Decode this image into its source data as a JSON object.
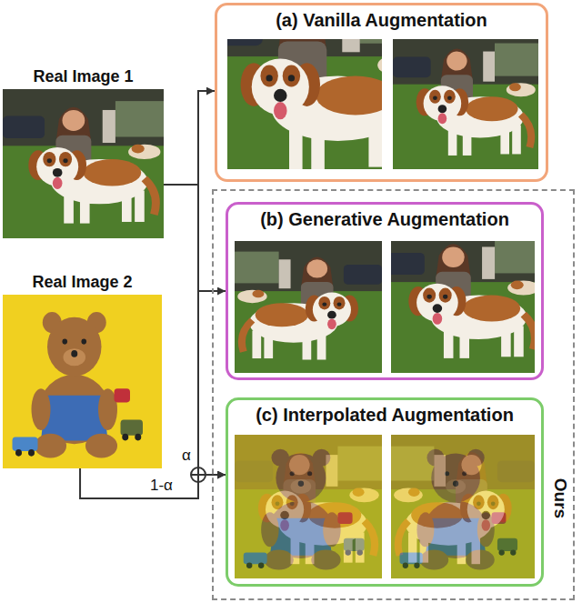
{
  "diagram": {
    "nodes": [
      {
        "text": [
          "Real Image 1"
        ]
      },
      {
        "text": [
          "Real Image 2"
        ]
      },
      {
        "text": [
          "(a) Vanilla Augmentation"
        ]
      },
      {
        "text": [
          "Ours"
        ]
      },
      {
        "text": [
          "(b) Generative Augmentation"
        ],
        "in": 3
      },
      {
        "text": [
          "(c) Interpolated Augmentation"
        ],
        "in": 3
      }
    ],
    "edges": [
      {
        "from": 0,
        "to": 2,
        "arrow": "to"
      },
      {
        "from": 0,
        "to": 4,
        "arrow": "to"
      },
      {
        "from": 0,
        "to": 5,
        "arrow": "to",
        "label": "α"
      },
      {
        "from": 1,
        "to": 5,
        "arrow": "to",
        "label": "1-α"
      }
    ]
  }
}
